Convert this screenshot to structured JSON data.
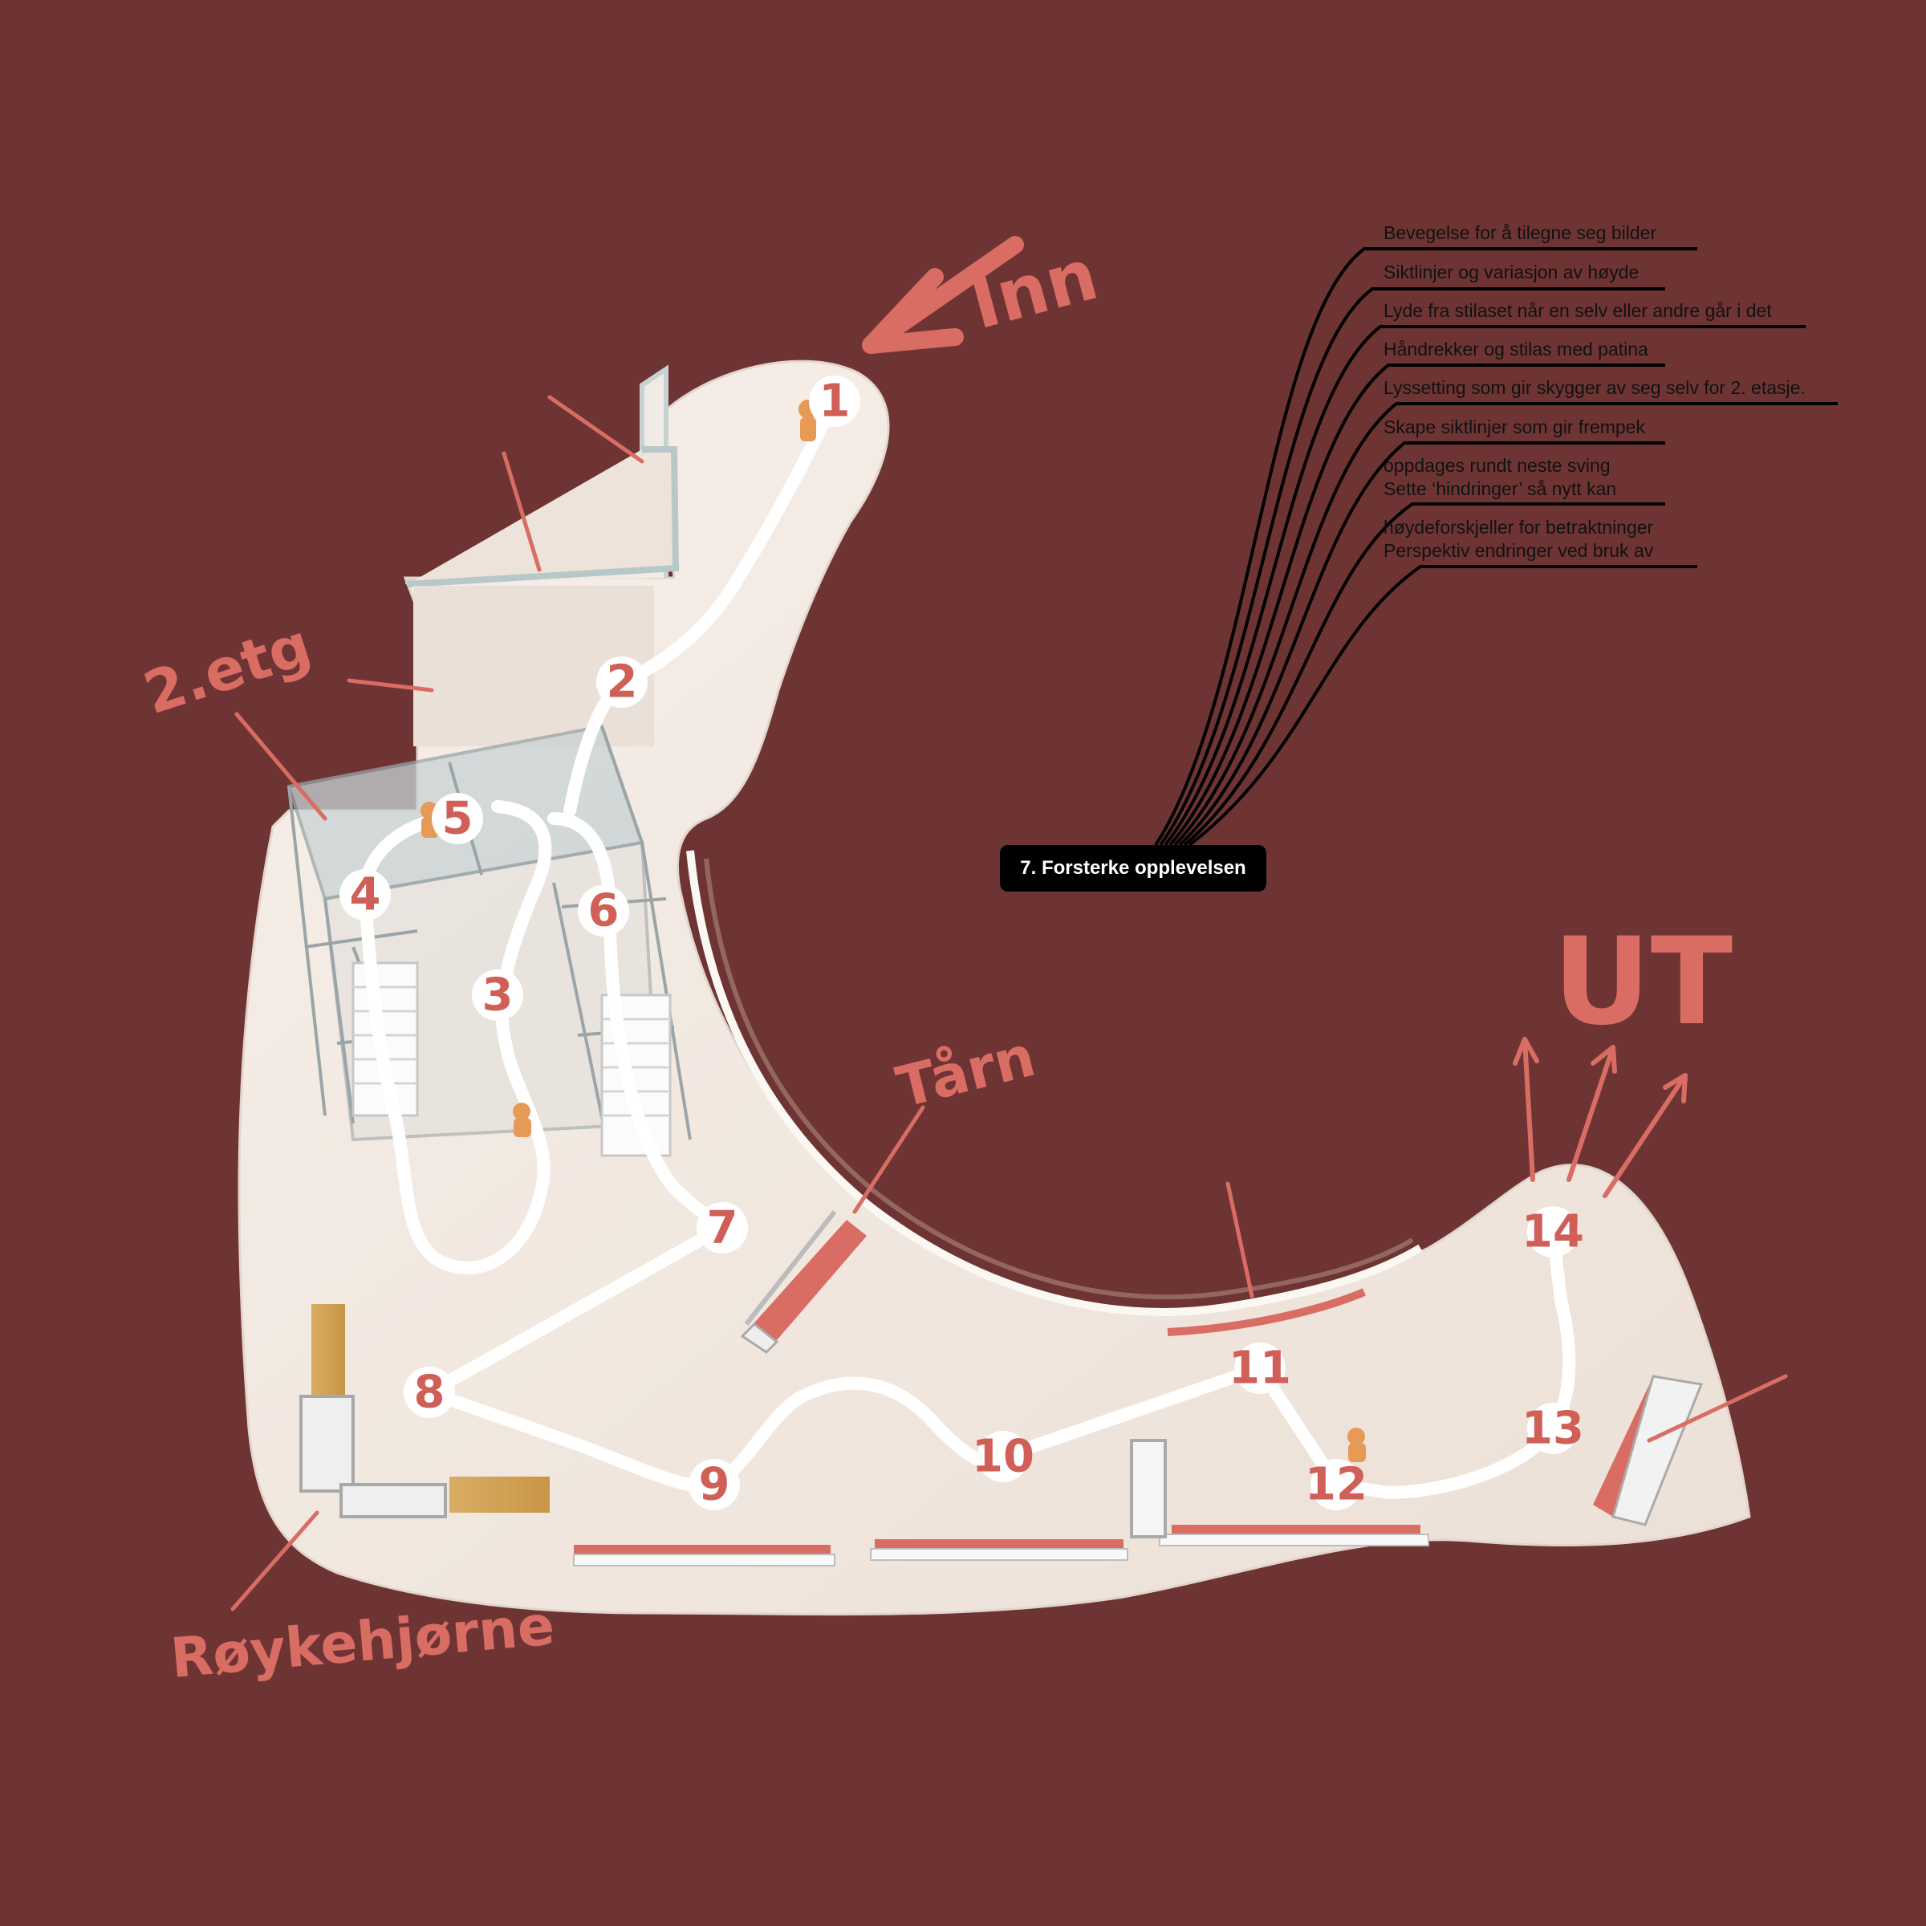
{
  "category": "7. Forsterke opplevelsen",
  "notes": [
    "Bevegelse for å tilegne seg bilder",
    "Siktlinjer og variasjon av høyde",
    "Lyde fra stilaset når en selv eller andre går i det",
    "Håndrekker og stilas med patina",
    "Lyssetting som gir skygger av seg selv for 2. etasje.",
    "Skape siktlinjer som gir frempek",
    "oppdages rundt neste sving",
    "Sette ‘hindringer’ så nytt kan",
    "høydeforskjeller for betraktninger",
    "Perspektiv endringer ved bruk av"
  ],
  "labels": {
    "inn": "Inn",
    "ut": "UT",
    "second_floor": "2.etg",
    "tower": "Tårn",
    "smoking_corner": "Røykehjørne"
  },
  "stations": [
    "1",
    "2",
    "3",
    "4",
    "5",
    "6",
    "7",
    "8",
    "9",
    "10",
    "11",
    "12",
    "13",
    "14"
  ],
  "colors": {
    "background": "#6e3434",
    "floor": "#f3ebe4",
    "accent": "#d96d63",
    "path": "#ffffff"
  }
}
